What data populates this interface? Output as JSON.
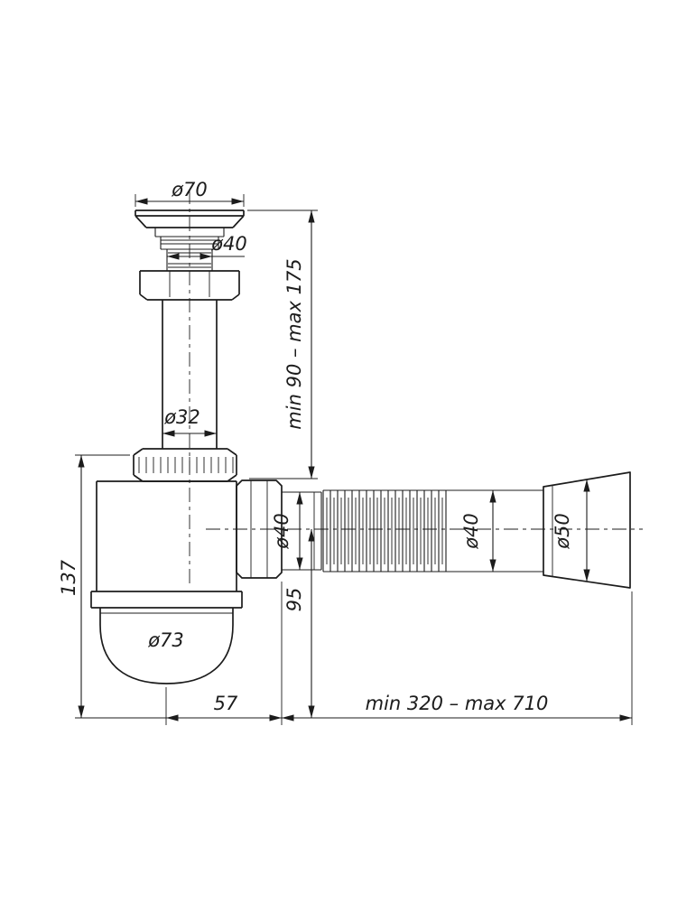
{
  "figure": {
    "kind": "technical-drawing",
    "subject": "bottle-trap siphon with flexible outlet hose",
    "line_color": "#1c1c1c",
    "background_color": "#ffffff"
  },
  "dimensions": {
    "flange_diameter": "ø70",
    "strainer_outlet_diameter": "ø40",
    "inlet_height_range": "min 90 – max 175",
    "inlet_pipe_diameter": "ø32",
    "trap_height": "137",
    "outlet_connection_diameter": "ø40",
    "outlet_axis_drop": "95",
    "hose_end_diameter": "ø40",
    "cuff_diameter": "ø50",
    "cup_diameter": "ø73",
    "axis_to_hose_offset": "57",
    "hose_length_range": "min 320 – max 710"
  }
}
